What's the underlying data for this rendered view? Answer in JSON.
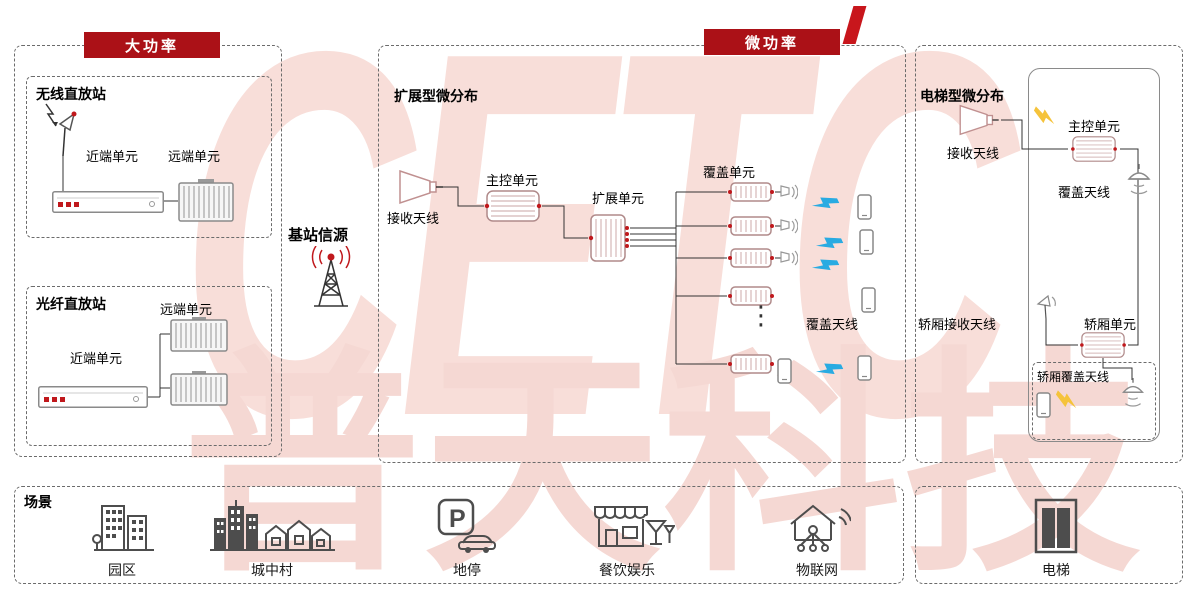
{
  "badges": {
    "high_power": "大功率",
    "micro_power": "微功率"
  },
  "source": {
    "label": "基站信源"
  },
  "high_power": {
    "wireless": {
      "title": "无线直放站",
      "near_label": "近端单元",
      "remote_label": "远端单元"
    },
    "fiber": {
      "title": "光纤直放站",
      "near_label": "近端单元",
      "remote_label": "远端单元"
    }
  },
  "micro": {
    "expansion": {
      "title": "扩展型微分布",
      "receive_antenna": "接收天线",
      "main_unit": "主控单元",
      "expansion_unit": "扩展单元",
      "coverage_unit": "覆盖单元",
      "coverage_antenna": "覆盖天线",
      "ellipsis": "⋮"
    },
    "elevator": {
      "title": "电梯型微分布",
      "receive_antenna": "接收天线",
      "main_unit": "主控单元",
      "coverage_antenna": "覆盖天线",
      "car_receive_antenna": "轿厢接收天线",
      "car_unit": "轿厢单元",
      "car_coverage_antenna": "轿厢覆盖天线"
    }
  },
  "scenes": {
    "title": "场景",
    "items": [
      {
        "label": "园区",
        "icon": "campus-icon"
      },
      {
        "label": "城中村",
        "icon": "urban-village-icon"
      },
      {
        "label": "地停",
        "icon": "underground-parking-icon"
      },
      {
        "label": "餐饮娱乐",
        "icon": "dining-entertainment-icon"
      },
      {
        "label": "物联网",
        "icon": "iot-icon"
      }
    ],
    "parking_letter": "P",
    "elevator_label": "电梯"
  },
  "watermark": {
    "logo_text": "CETC",
    "company_text": "普天科技"
  },
  "colors": {
    "badge_red": "#ab1117",
    "accent_red": "#c0181c",
    "signal_blue": "#29abe2",
    "signal_yellow": "#f5c33b",
    "watermark_pink": "#f8ded9"
  }
}
